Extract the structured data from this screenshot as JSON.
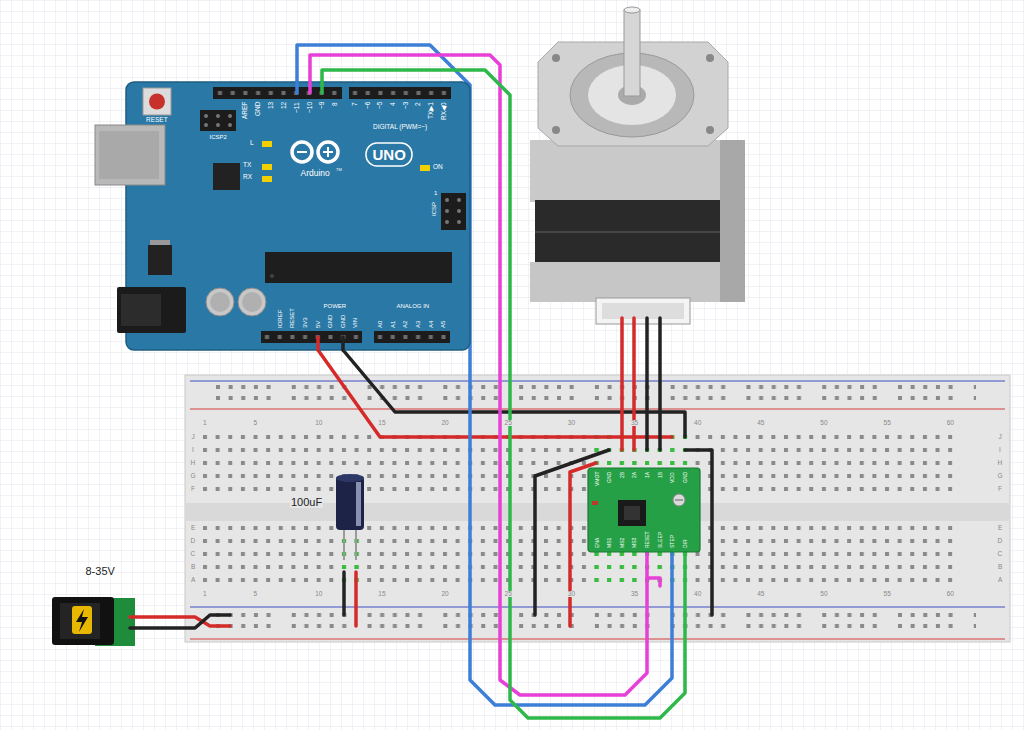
{
  "diagram": {
    "nodes": [
      {
        "text": [
          "RESET",
          "ICSP2",
          "AREF",
          "GND",
          "13",
          "12",
          "~11",
          "~10",
          "~9",
          "8",
          "7",
          "~6",
          "~5",
          "4",
          "~3",
          "2",
          "TX▶1",
          "RX◀0",
          "DIGITAL (PWM=~)",
          "L",
          "TX",
          "RX",
          "UNO",
          "Arduino",
          "TM",
          "ON",
          "1",
          "ICSP",
          "POWER",
          "ANALOG IN",
          "IOREF",
          "RESET",
          "3V3",
          "5V",
          "GND",
          "GND",
          "VIN",
          "A0",
          "A1",
          "A2",
          "A3",
          "A4",
          "A5"
        ]
      },
      {
        "text": [
          "VMOT",
          "GND",
          "2B",
          "2A",
          "1A",
          "1B",
          "VDD",
          "GND",
          "ENA",
          "MS1",
          "MS2",
          "MS3",
          "RESET",
          "SLEEP",
          "STEP",
          "DIR"
        ]
      }
    ],
    "edges": [
      {
        "from": 0,
        "to": 1,
        "arrow": "none"
      },
      {
        "from": 0,
        "to": 1,
        "arrow": "none"
      },
      {
        "from": 0,
        "to": 1,
        "arrow": "none"
      }
    ],
    "labels": [
      "100uF",
      "8-35V",
      "1",
      "5",
      "10",
      "15",
      "20",
      "25",
      "30",
      "35",
      "40",
      "45",
      "50",
      "55",
      "60",
      "J",
      "I",
      "H",
      "G",
      "F",
      "E",
      "D",
      "C",
      "B",
      "A",
      "J",
      "I",
      "H",
      "G",
      "F",
      "E",
      "D",
      "C",
      "B",
      "A",
      "1",
      "5",
      "10",
      "15",
      "20",
      "25",
      "30",
      "35",
      "40",
      "45",
      "50",
      "55",
      "60"
    ]
  }
}
